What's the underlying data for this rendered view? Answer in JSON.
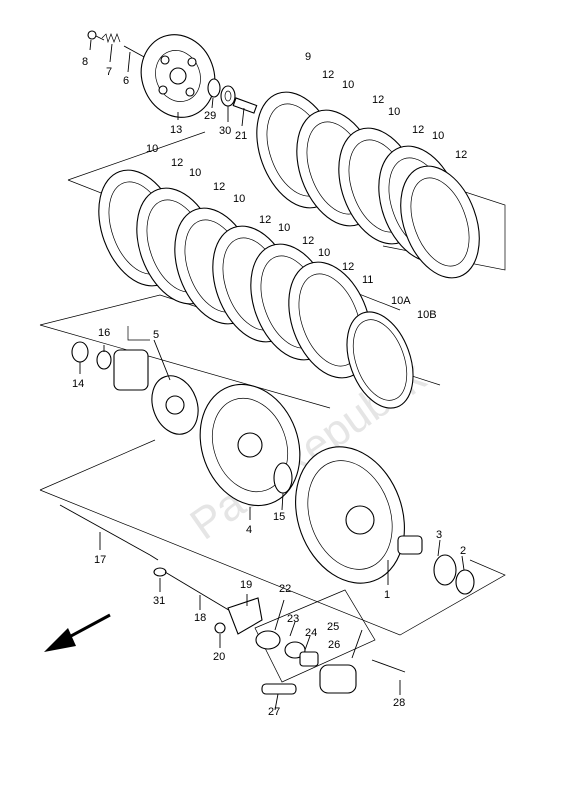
{
  "watermark": "PartsRepublik",
  "labels": {
    "p1": "1",
    "p2": "2",
    "p3": "3",
    "p4": "4",
    "p5": "5",
    "p6": "6",
    "p7": "7",
    "p8": "8",
    "p9": "9",
    "p10": "10",
    "p10a": "10A",
    "p10b": "10B",
    "p11": "11",
    "p12": "12",
    "p13": "13",
    "p14": "14",
    "p15": "15",
    "p16": "16",
    "p17": "17",
    "p18": "18",
    "p19": "19",
    "p20": "20",
    "p21": "21",
    "p22": "22",
    "p23": "23",
    "p24": "24",
    "p25": "25",
    "p26": "26",
    "p27": "27",
    "p28": "28",
    "p29": "29",
    "p30": "30",
    "p31": "31"
  },
  "icons": {
    "direction": "front-arrow-icon"
  }
}
